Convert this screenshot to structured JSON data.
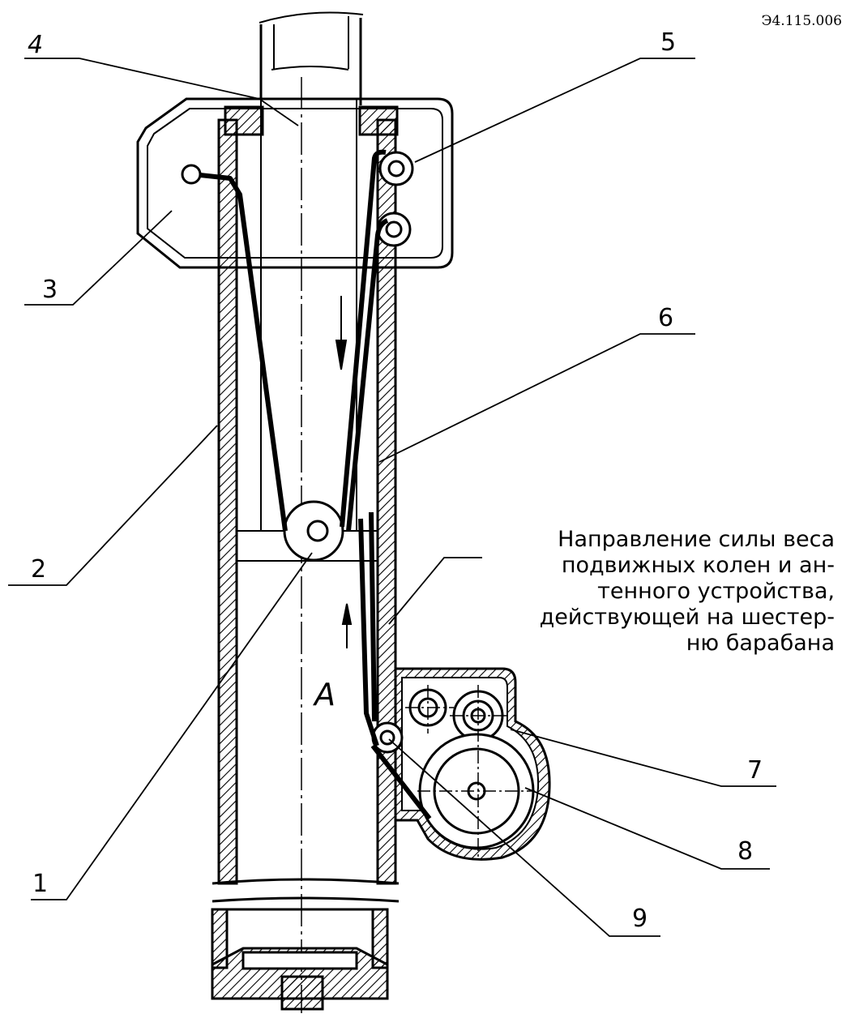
{
  "doc_code": "Э4.115.006",
  "callouts": {
    "n1": "1",
    "n2": "2",
    "n3": "3",
    "n4": "4",
    "n5": "5",
    "n6": "6",
    "n7": "7",
    "n8": "8",
    "n9": "9",
    "a": "A"
  },
  "note_lines": [
    "Направление силы веса",
    "подвижных колен и ан-",
    "тенного устройства,",
    "действующей на шестер-",
    "ню барабана"
  ]
}
